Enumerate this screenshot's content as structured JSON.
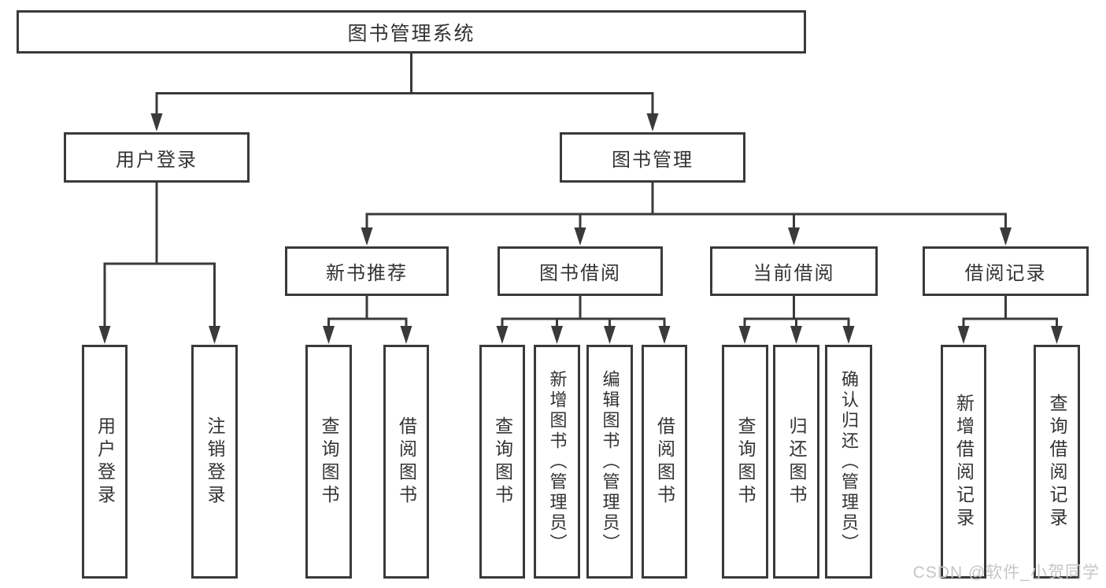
{
  "diagram": {
    "root": {
      "label": "图书管理系统"
    },
    "branches": [
      {
        "label": "用户登录",
        "children": [
          {
            "label": "用户登录"
          },
          {
            "label": "注销登录"
          }
        ]
      },
      {
        "label": "图书管理",
        "children": [
          {
            "label": "新书推荐",
            "children": [
              {
                "label": "查询图书"
              },
              {
                "label": "借阅图书"
              }
            ]
          },
          {
            "label": "图书借阅",
            "children": [
              {
                "label": "查询图书"
              },
              {
                "label": "新增图书（管理员）"
              },
              {
                "label": "编辑图书（管理员）"
              },
              {
                "label": "借阅图书"
              }
            ]
          },
          {
            "label": "当前借阅",
            "children": [
              {
                "label": "查询图书"
              },
              {
                "label": "归还图书"
              },
              {
                "label": "确认归还（管理员）"
              }
            ]
          },
          {
            "label": "借阅记录",
            "children": [
              {
                "label": "新增借阅记录"
              },
              {
                "label": "查询借阅记录"
              }
            ]
          }
        ]
      }
    ],
    "colors": {
      "line": "#3a3a3a",
      "text": "#333333",
      "background": "#ffffff",
      "watermark": "#c6c6c6"
    }
  },
  "watermark": {
    "text": "CSDN @软件_小贺同学"
  }
}
